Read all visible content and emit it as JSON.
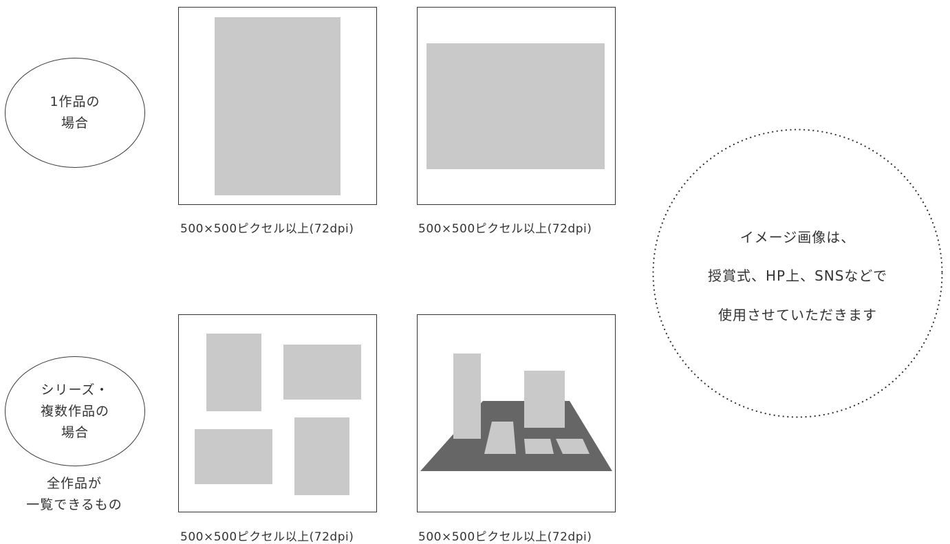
{
  "row1": {
    "label_lines": [
      "1作品の",
      "場合"
    ],
    "captions": [
      "500×500ピクセル以上(72dpi)",
      "500×500ピクセル以上(72dpi)"
    ]
  },
  "row2": {
    "label_lines": [
      "シリーズ・",
      "複数作品の",
      "場合"
    ],
    "sub_label_lines": [
      "全作品が",
      "一覧できるもの"
    ],
    "captions": [
      "500×500ピクセル以上(72dpi)",
      "500×500ピクセル以上(72dpi)"
    ]
  },
  "note": {
    "lines": [
      "イメージ画像は、",
      "授賞式、HP上、SNSなどで",
      "使用させていただきます"
    ]
  },
  "colors": {
    "placeholder_gray": "#c8c9c8",
    "floor_dark": "#666666",
    "line": "#333333"
  }
}
